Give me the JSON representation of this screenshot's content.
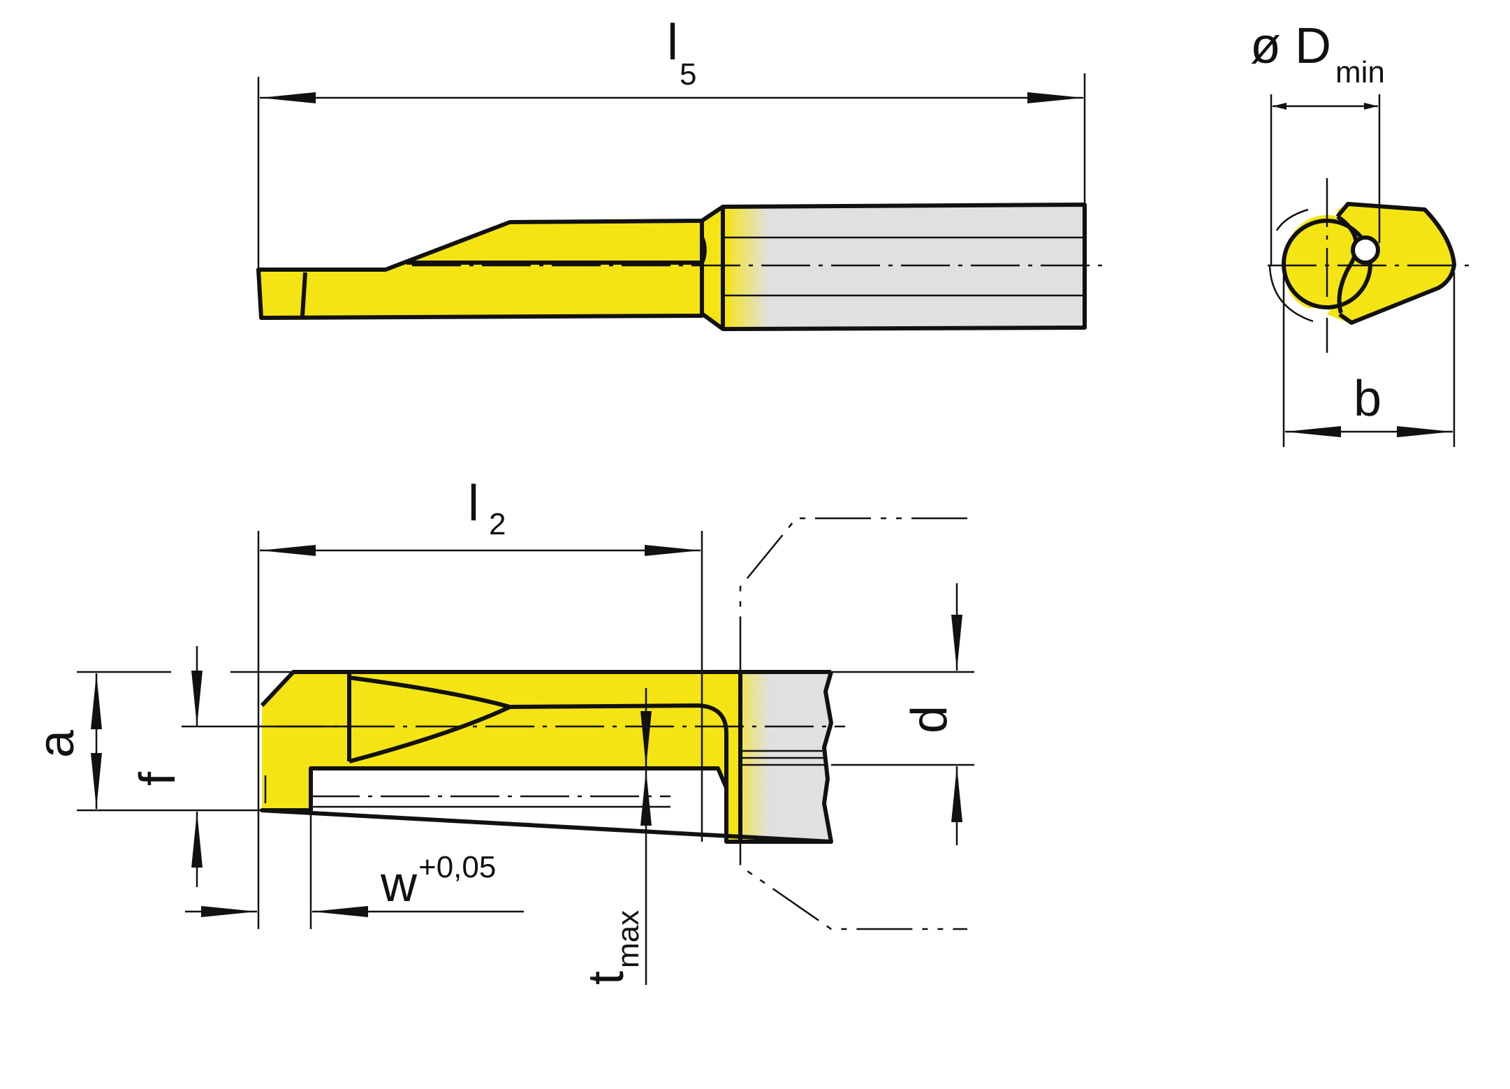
{
  "colors": {
    "carbide": "#f5e414",
    "shank": "#e0e0e0",
    "line": "#111111"
  },
  "labels": {
    "l5": {
      "main": "l",
      "sub": "5"
    },
    "dmin": {
      "main": "ø D",
      "sub": "min"
    },
    "b": "b",
    "l2": {
      "main": "l",
      "sub": "2"
    },
    "a": "a",
    "f": "f",
    "d": "d",
    "w": {
      "main": "w",
      "sup": "+0,05"
    },
    "tmax": {
      "main": "t",
      "sub": "max"
    }
  }
}
